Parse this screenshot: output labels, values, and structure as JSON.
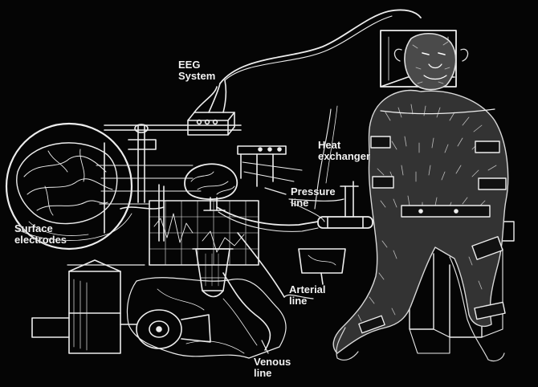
{
  "image": {
    "palette": {
      "background": "#050505",
      "line": "#ededed",
      "fur": "#3b3b3b",
      "accent": "#ffffff"
    }
  },
  "labels": {
    "eeg": "EEG\nSystem",
    "heat": "Heat\nexchanger",
    "pressure": "Pressure\nline",
    "surface": "Surface\nelectrodes",
    "arterial": "Arterial\nline",
    "venous": "Venous\nline"
  }
}
